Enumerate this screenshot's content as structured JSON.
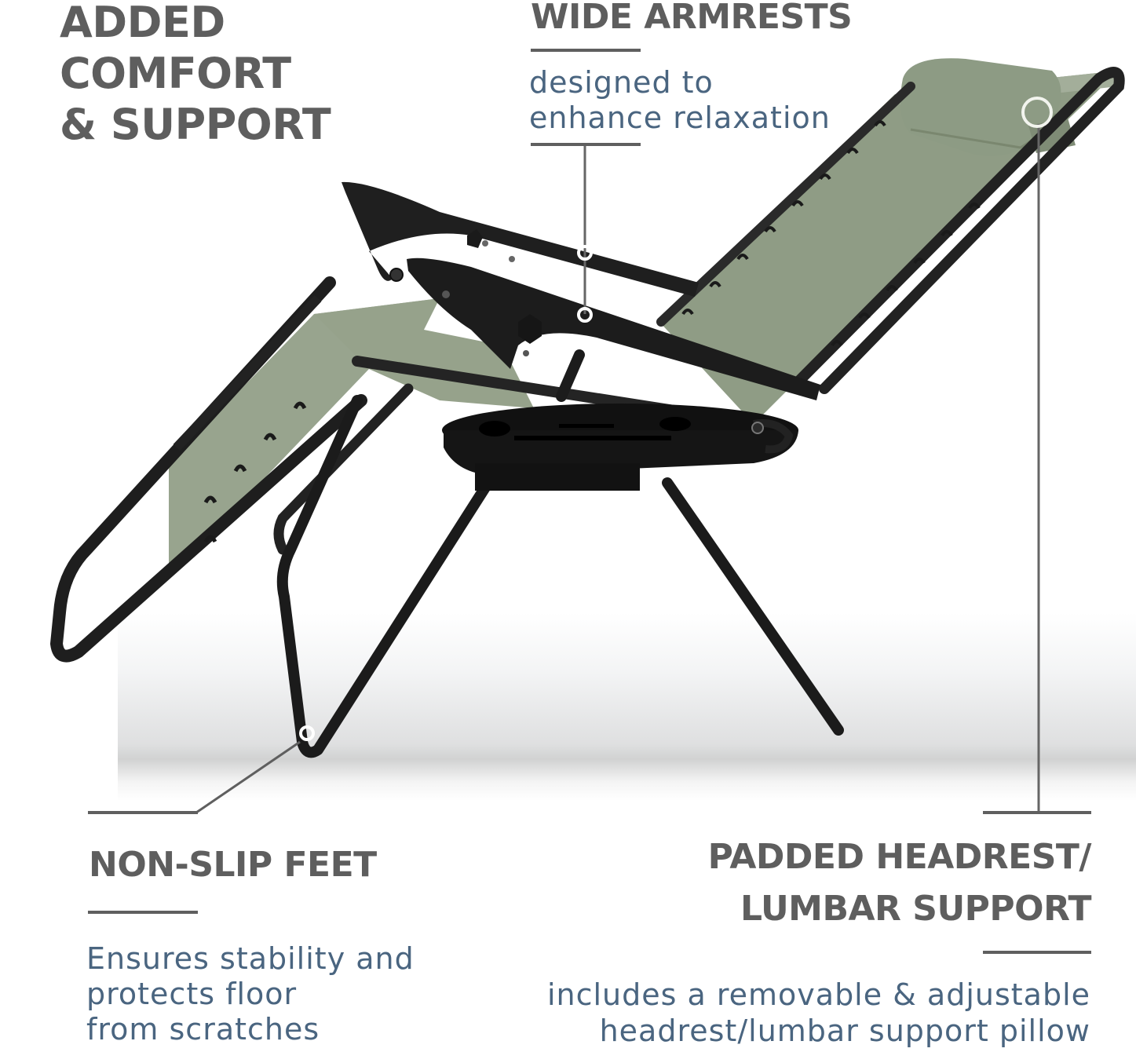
{
  "infographic": {
    "title": [
      "ADDED",
      "COMFORT",
      "& SUPPORT"
    ],
    "product_colors": {
      "fabric": "#8c9a82",
      "frame": "#1c1c1c",
      "heading_text": "#5e5e5e",
      "description_text": "#4a6580",
      "callout_line": "#5f5f5f"
    },
    "features": [
      {
        "id": "armrests",
        "heading": [
          "WIDE ARMRESTS"
        ],
        "description": [
          "designed to",
          "enhance relaxation"
        ],
        "callout_icon": "ring-marker-icon"
      },
      {
        "id": "feet",
        "heading": [
          "NON-SLIP FEET"
        ],
        "description": [
          "Ensures stability and",
          "protects floor",
          "from scratches"
        ],
        "callout_icon": "ring-marker-icon"
      },
      {
        "id": "headrest",
        "heading": [
          "PADDED HEADREST/",
          "LUMBAR SUPPORT"
        ],
        "description": [
          "includes a removable & adjustable",
          "headrest/lumbar support pillow"
        ],
        "callout_icon": "ring-marker-icon"
      }
    ],
    "product": {
      "name": "zero-gravity-lounge-chair",
      "accessories": [
        "cup-holder-tray",
        "headrest-pillow"
      ]
    }
  }
}
